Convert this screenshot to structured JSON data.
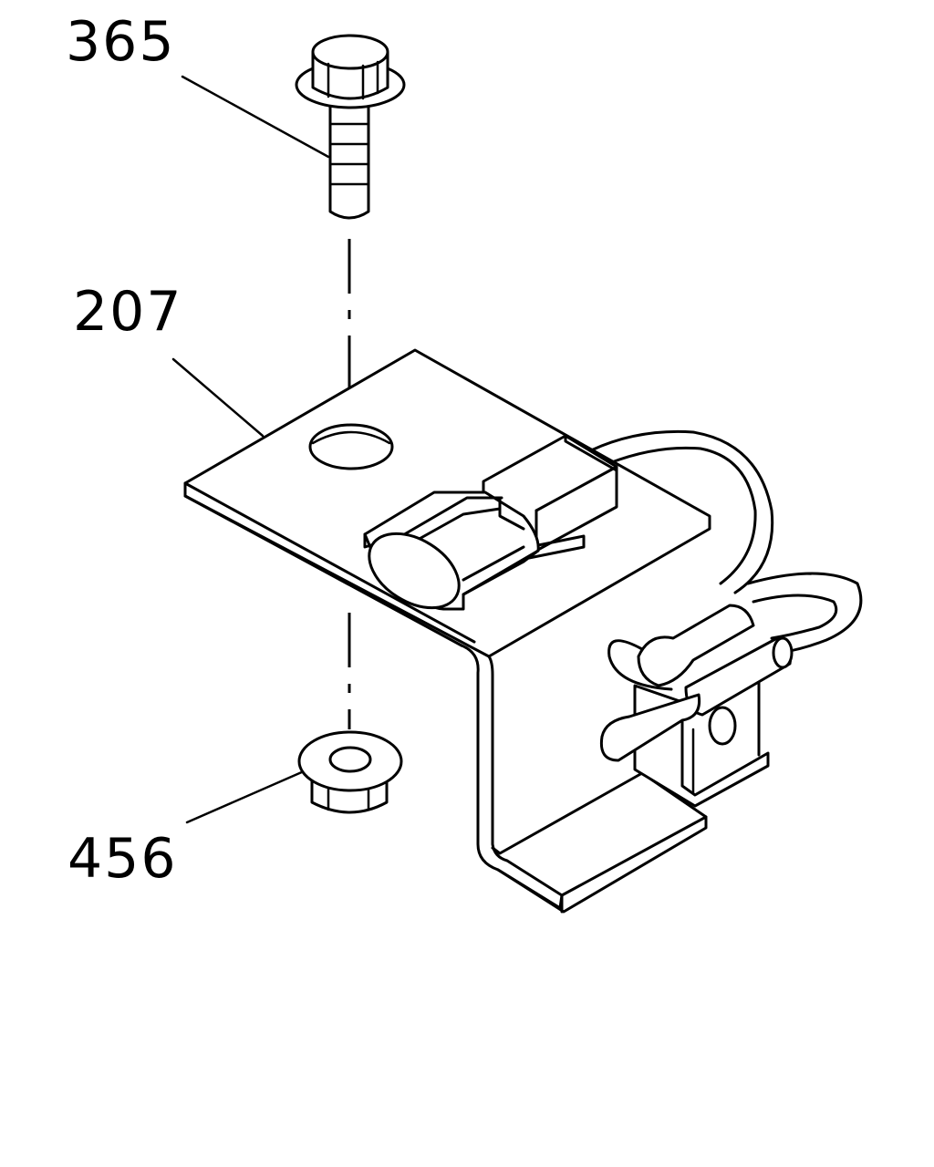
{
  "callouts": {
    "bolt": "365",
    "bracket": "207",
    "nut": "456"
  },
  "colors": {
    "ink": "#000000",
    "paper": "#ffffff"
  }
}
